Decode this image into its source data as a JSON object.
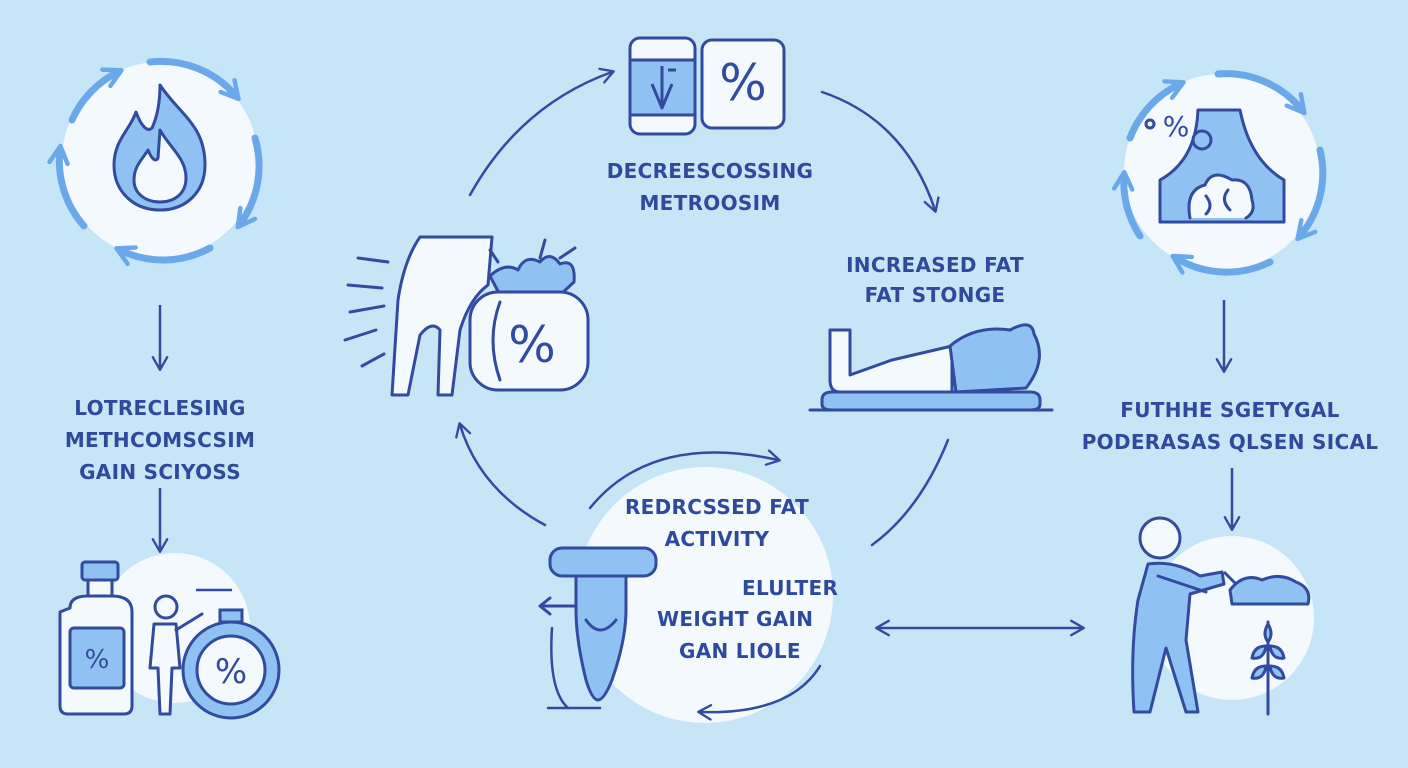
{
  "colors": {
    "background": "#c6e6f7",
    "line": "#324b9e",
    "light_circle": "#f3f9fd",
    "icon_fill": "#8fc2f2",
    "text": "#2f4a9c"
  },
  "labels": {
    "top": [
      "DECREESCOSSING",
      "METROOSIM"
    ],
    "right_mid": [
      "INCREASED FAT",
      "FAT STONGE"
    ],
    "left": [
      "LOTRECLESING",
      "METHCOMSCSIM",
      "GAIN SCIYOSS"
    ],
    "right": [
      "FUTHHE SGETYGAL",
      "PODERASAS QLSEN SICAL"
    ],
    "bottom_a": [
      "REDRCSSED FAT",
      "ACTIVITY"
    ],
    "bottom_b": [
      "ELULTER",
      "WEIGHT GAIN",
      "GAN LIOLE"
    ]
  },
  "icons": [
    "fire-icon",
    "cycle-arrows-icon",
    "scale-percent-icon",
    "body-percent-icon",
    "lying-person-icon",
    "organs-percent-icon",
    "bottle-percent-icon",
    "person-icon",
    "percent-badge-icon",
    "bowl-icon",
    "worker-person-icon",
    "wheat-icon",
    "double-arrow-icon"
  ]
}
